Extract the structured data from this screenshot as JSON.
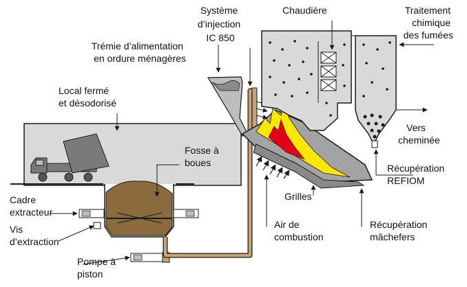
{
  "labels": {
    "injection_system": [
      "Système",
      "d’injection",
      "IC 850"
    ],
    "boiler": "Chaudière",
    "flue_gas_treatment": [
      "Traitement",
      "chimique",
      "des fumées"
    ],
    "feed_hopper": [
      "Trémie d’alimentation",
      "en ordure ménagères"
    ],
    "closed_room": [
      "Local fermé",
      "et désodorisé"
    ],
    "sludge_pit": [
      "Fosse à",
      "boues"
    ],
    "extractor_frame": [
      "Cadre",
      "extracteur"
    ],
    "extraction_screw": [
      "Vis",
      "d’extraction"
    ],
    "piston_pump": [
      "Pompe à",
      "piston"
    ],
    "chimney": [
      "Vers",
      "cheminée"
    ],
    "refiom_recovery": [
      "Récupération",
      "REFIOM"
    ],
    "grates": "Grilles",
    "combustion_air": [
      "Air de",
      "combustion"
    ],
    "bottom_ash_recovery": [
      "Récupération",
      "mâchefers"
    ]
  },
  "colors": {
    "housing": "#d9d9d9",
    "furnace": "#a3a3a3",
    "sludge": "#8b6a3e",
    "pipe": "#c7a27a",
    "flame_yellow": "#ffe600",
    "flame_red": "#e3001b",
    "line": "#1a1a1a"
  }
}
